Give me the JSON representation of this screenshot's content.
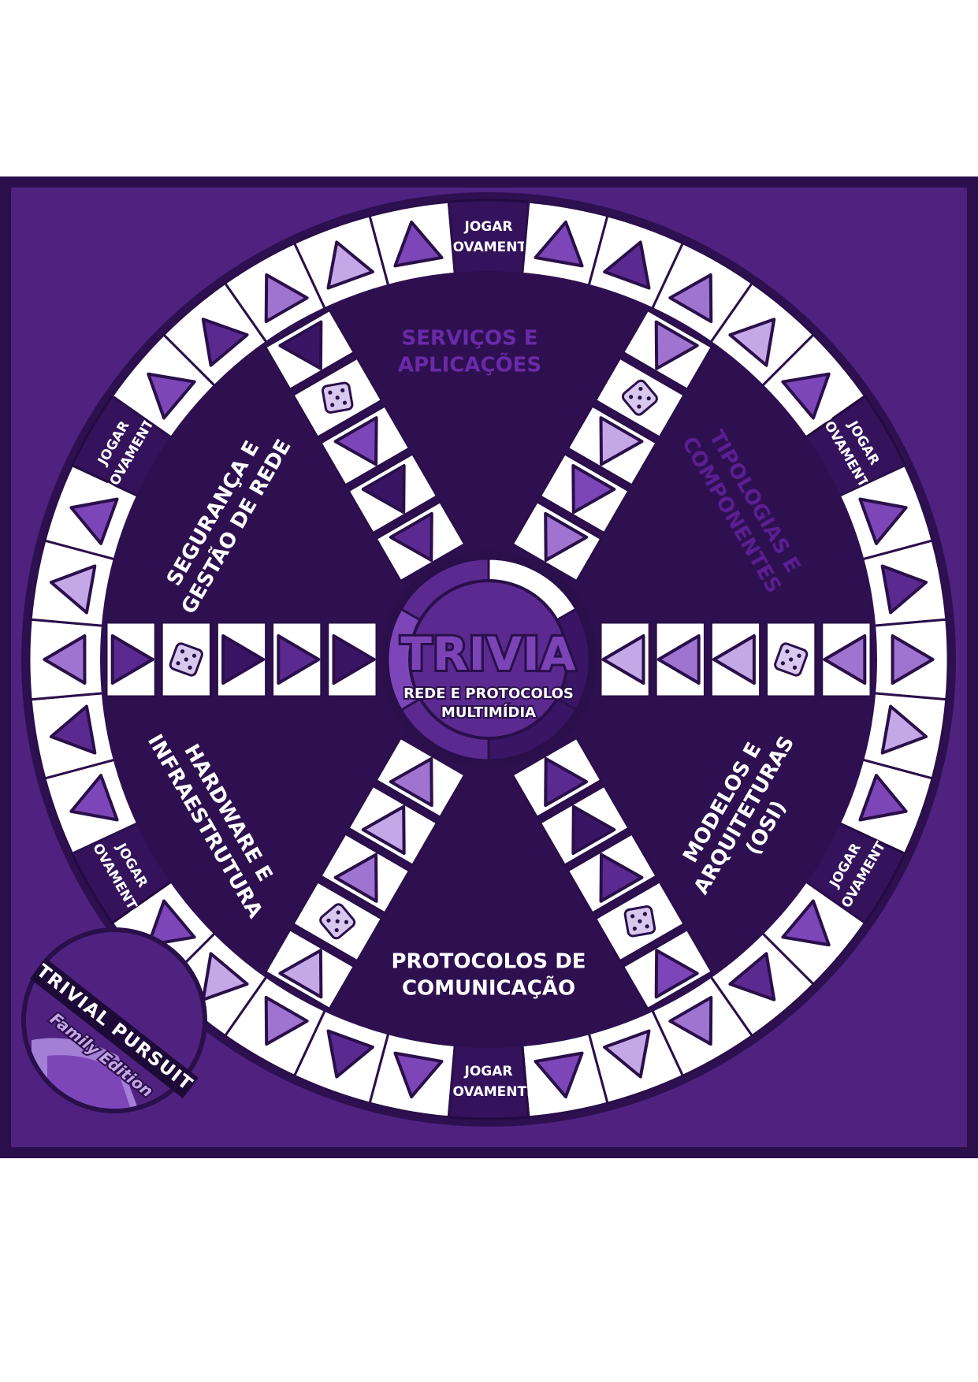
{
  "page": {
    "background": "#ffffff"
  },
  "colors": {
    "frame_dark": "#2a0f4a",
    "board_bg": "#4f2280",
    "ring_border": "#2e1050",
    "white": "#ffffff",
    "dark_space": "#34135c",
    "shades": [
      "#3a1566",
      "#5b2a90",
      "#7c46b8",
      "#9f74d0",
      "#c3a7e6",
      "#e3d6f3"
    ]
  },
  "center": {
    "title": "TRIVIA",
    "subtitle_line1": "REDE E PROTOCOLOS",
    "subtitle_line2": "MULTIMÍDIA"
  },
  "categories": [
    {
      "id": "servicos",
      "line1": "SERVIÇOS E",
      "line2": "APLICAÇÕES"
    },
    {
      "id": "tipologias",
      "line1": "TIPOLOGIAS E",
      "line2": "COMPONENTES"
    },
    {
      "id": "modelos",
      "line1": "MODELOS E",
      "line2": "ARQUITETURAS",
      "line3": "(OSI)"
    },
    {
      "id": "protocolos",
      "line1": "PROTOCOLOS DE",
      "line2": "COMUNICAÇÃO"
    },
    {
      "id": "hardware",
      "line1": "HARDWARE E",
      "line2": "INFRAESTRUTURA"
    },
    {
      "id": "seguranca",
      "line1": "SEGURANÇA E",
      "line2": "GESTÃO DE REDE"
    }
  ],
  "play_again": {
    "line1": "JOGAR",
    "line2": "NOVAMENTE"
  },
  "brand": {
    "name": "TRIVIAL PURSUIT",
    "edition": "Family Edition"
  },
  "icons": {
    "wedge": "triangle-wedge-icon",
    "dice": "dice-icon"
  }
}
